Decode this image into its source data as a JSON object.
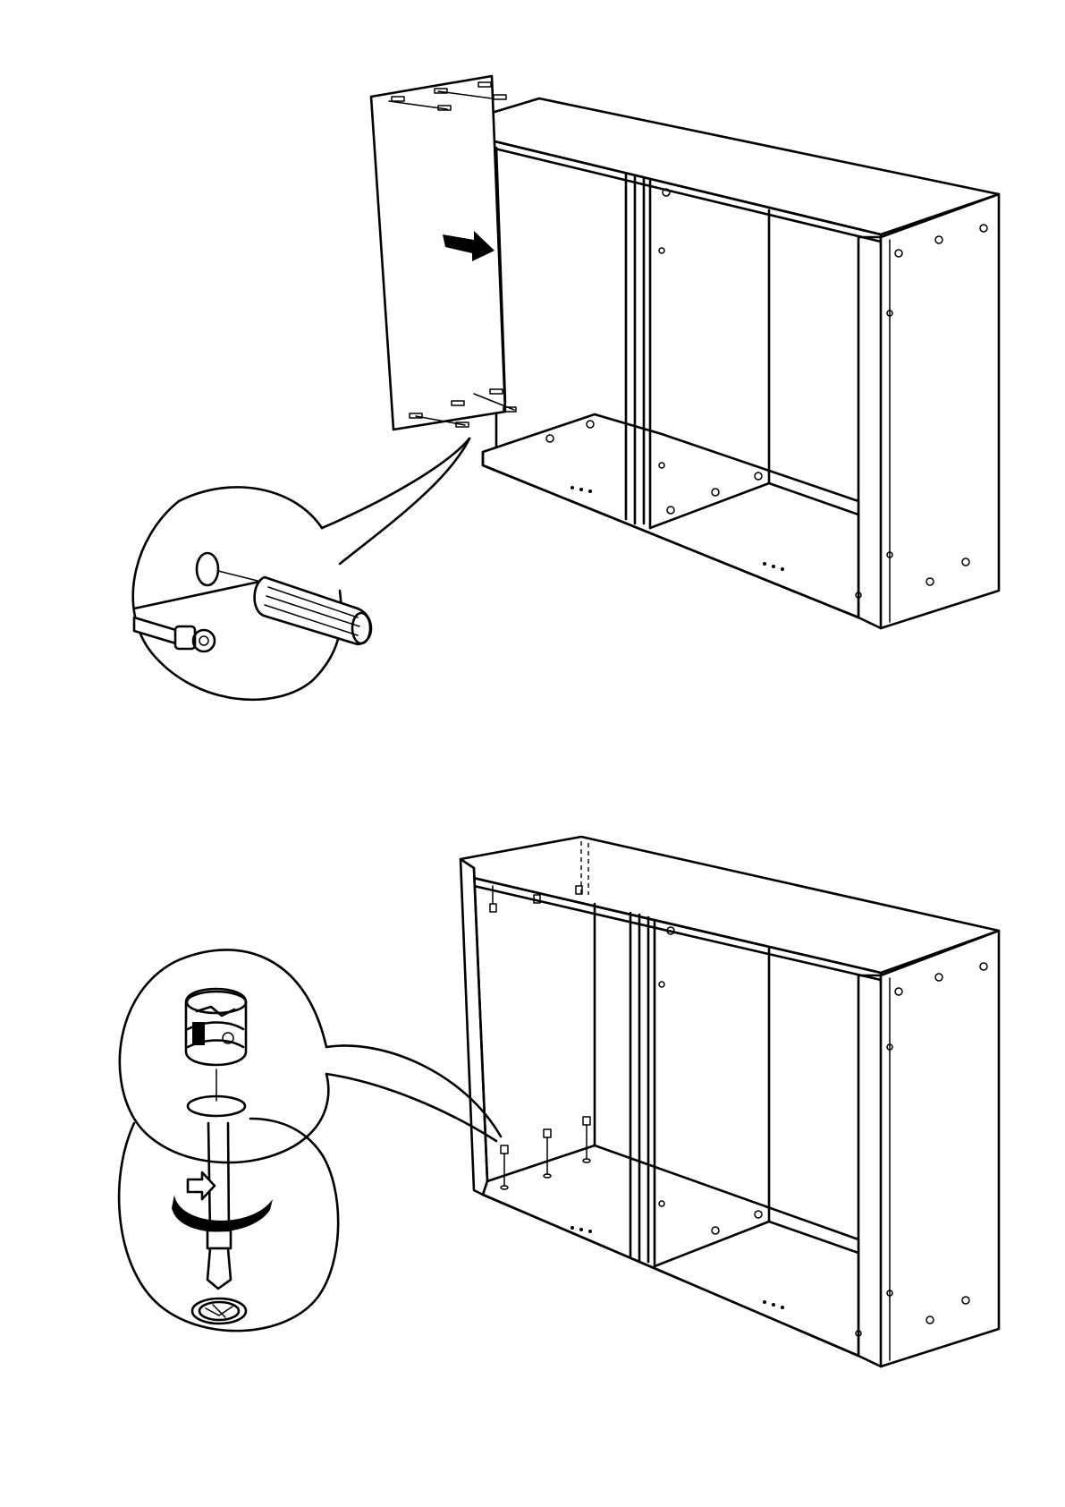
{
  "page": {
    "background": "#ffffff",
    "ink": "#000000"
  },
  "steps": [
    {
      "id": "step-1",
      "parts": [
        "back-panel",
        "wooden-dowel",
        "cabinet-carcass"
      ],
      "icons": [
        "arrow-right-icon",
        "dowel-icon",
        "hole-icon"
      ]
    },
    {
      "id": "step-2",
      "parts": [
        "cabinet-carcass",
        "cam-lock-fitting",
        "screwdriver"
      ],
      "icons": [
        "cam-lock-icon",
        "screwdriver-icon",
        "rotate-arrow-icon"
      ]
    }
  ]
}
